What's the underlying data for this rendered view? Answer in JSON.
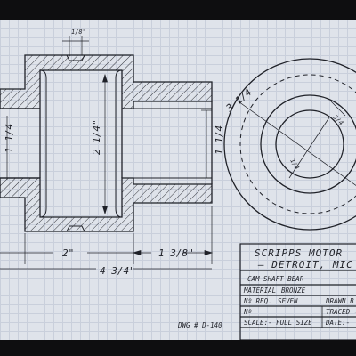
{
  "dimensions": {
    "top_wall": "1/8\"",
    "left_bore": "1 1/4",
    "inner_bore": "2 1/4\"",
    "right_bore": "1 1/4",
    "length_center": "2\"",
    "length_right": "1 3/8\"",
    "overall_length": "4 3/4\"",
    "outer_dia": "3 1/4",
    "side_dim": "3/4",
    "small_dim": "1/4"
  },
  "title_block": {
    "company": "SCRIPPS MOTOR",
    "location": "— DETROIT, MIC",
    "part_name": "CAM SHAFT BEAR",
    "material_label": "MATERIAL",
    "material_value": "BRONZE",
    "required_label": "Nº REQ.",
    "required_value": "SEVEN",
    "drawn_label": "DRAWN B",
    "number_label": "Nº",
    "traced_label": "TRACED -",
    "scale_label": "SCALE:- FULL SIZE",
    "date_label": "DATE:-"
  },
  "drawing_number": "DWG # D-140",
  "colors": {
    "ink": "#1f2128",
    "paper": "#dfe3ea",
    "grid": "#c9cfdb",
    "frame": "#0e0e10"
  }
}
